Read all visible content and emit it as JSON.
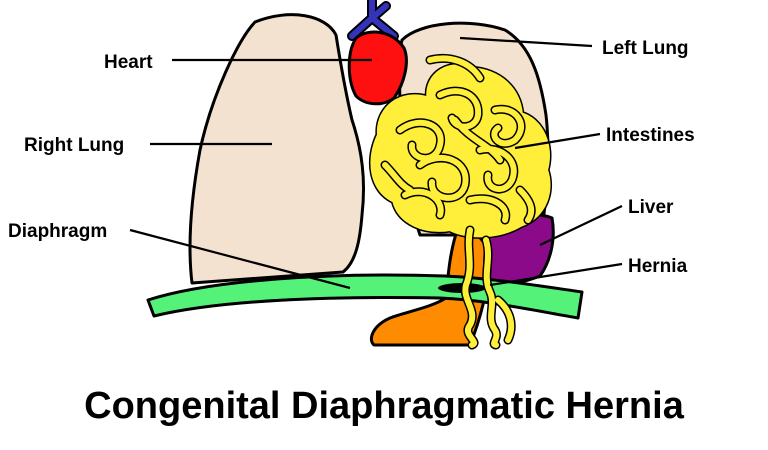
{
  "title": "Congenital Diaphragmatic Hernia",
  "labels": {
    "heart": "Heart",
    "left_lung": "Left Lung",
    "right_lung": "Right Lung",
    "intestines": "Intestines",
    "diaphragm": "Diaphragm",
    "liver": "Liver",
    "hernia": "Hernia"
  },
  "colors": {
    "lung": "#f3e2cf",
    "heart": "#ff1010",
    "vessels": "#3333bb",
    "intestines": "#ffef3a",
    "liver": "#8a0a8a",
    "stomach": "#ff8c00",
    "diaphragm": "#55f27a",
    "outline": "#000000",
    "background": "#ffffff"
  }
}
